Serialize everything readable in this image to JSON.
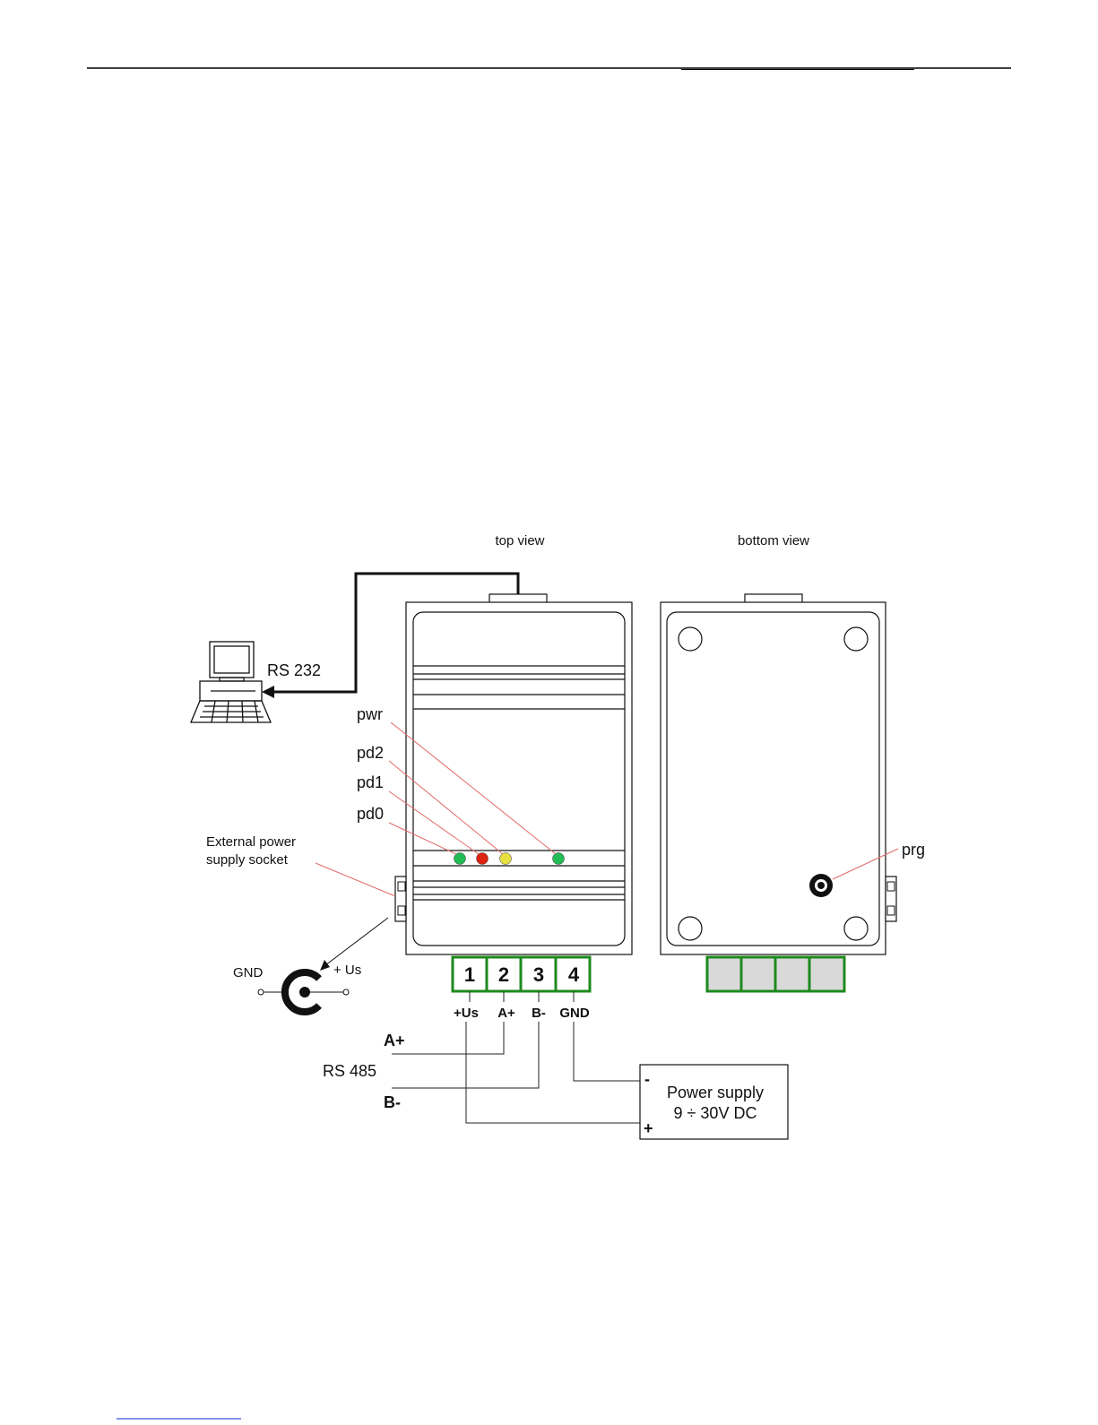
{
  "views": {
    "top": "top view",
    "bottom": "bottom view"
  },
  "pc": {
    "link_label": "RS 232"
  },
  "leds": [
    {
      "label": "pwr",
      "color": "#22bb55"
    },
    {
      "label": "pd2",
      "color": "#e8e040"
    },
    {
      "label": "pd1",
      "color": "#dd2211"
    },
    {
      "label": "pd0",
      "color": "#22bb55"
    }
  ],
  "socket": {
    "label_line1": "External power",
    "label_line2": "supply socket",
    "gnd": "GND",
    "us": "+ Us"
  },
  "terminals": [
    {
      "number": "1",
      "signal": "+Us"
    },
    {
      "number": "2",
      "signal": "A+"
    },
    {
      "number": "3",
      "signal": "B-"
    },
    {
      "number": "4",
      "signal": "GND"
    }
  ],
  "rs485": {
    "label": "RS 485",
    "a": "A+",
    "b": "B-"
  },
  "power_supply": {
    "line1": "Power supply",
    "line2": "9 ÷ 30V DC",
    "minus": "-",
    "plus": "+"
  },
  "bottom_button": {
    "label": "prg"
  },
  "colors": {
    "terminal_border": "#1e8a1e",
    "terminal_fill_bottom": "#d9d9d9",
    "leader_line": "#e06a6a",
    "wire": "#222222"
  }
}
